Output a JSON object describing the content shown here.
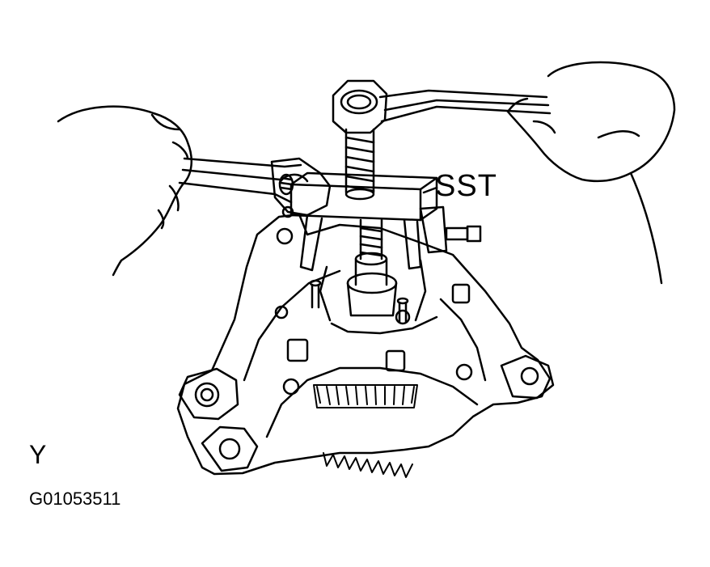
{
  "labels": {
    "sst": "SST",
    "view": "Y",
    "figure_code": "G01053511"
  },
  "colors": {
    "line": "#000000",
    "background": "#ffffff"
  }
}
